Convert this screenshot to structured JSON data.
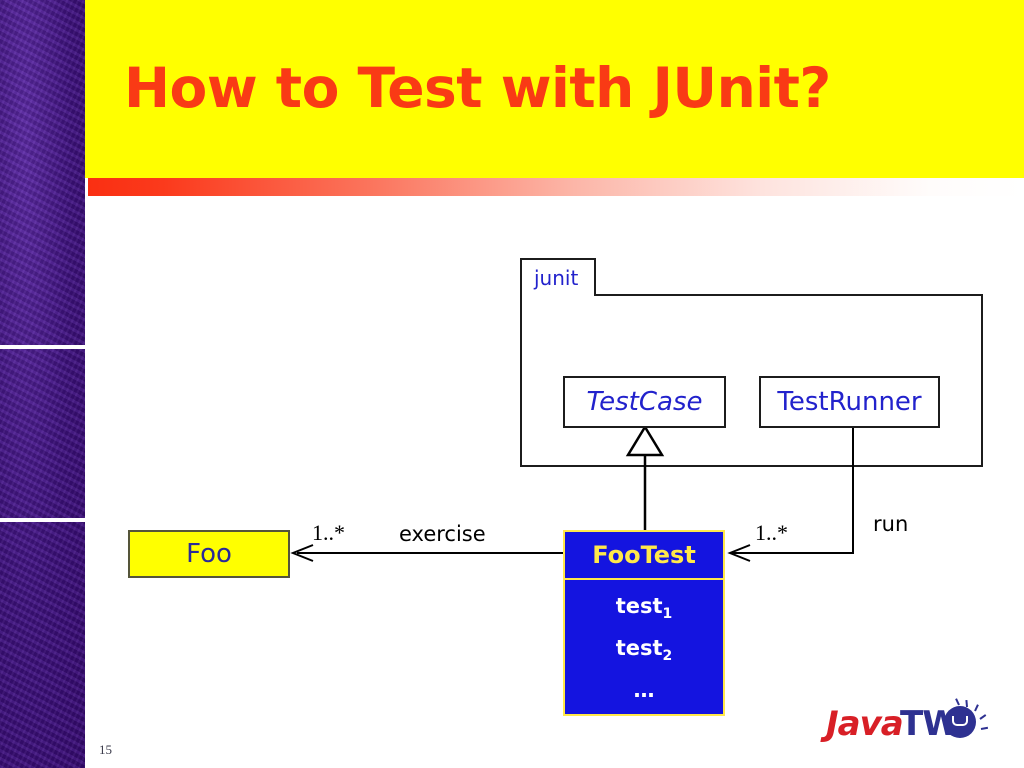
{
  "slide": {
    "title": "How to Test with JUnit?",
    "number": "15",
    "title_color": "#f93a15",
    "banner_color": "#ffff00"
  },
  "diagram": {
    "type": "uml-class-diagram",
    "package": {
      "name": "junit",
      "label_color": "#2222cc",
      "classes": [
        {
          "name": "TestCase",
          "abstract": true,
          "fill": "#ffffff",
          "text_color": "#2222cc"
        },
        {
          "name": "TestRunner",
          "abstract": false,
          "fill": "#ffffff",
          "text_color": "#2222cc"
        }
      ]
    },
    "classes": [
      {
        "name": "Foo",
        "fill": "#ffff00",
        "border": "#55553a",
        "text_color": "#2a2a99",
        "members": []
      },
      {
        "name": "FooTest",
        "fill": "#1414e0",
        "border": "#ffe84a",
        "title_color": "#ffe84a",
        "member_color": "#ffffff",
        "members": [
          {
            "base": "test",
            "sub": "1"
          },
          {
            "base": "test",
            "sub": "2"
          },
          {
            "base": "…",
            "sub": ""
          }
        ]
      }
    ],
    "relationships": [
      {
        "kind": "generalization",
        "from": "FooTest",
        "to": "TestCase",
        "label": "",
        "multiplicity": ""
      },
      {
        "kind": "association",
        "from": "FooTest",
        "to": "Foo",
        "label": "exercise",
        "multiplicity": "1..*"
      },
      {
        "kind": "association",
        "from": "TestRunner",
        "to": "FooTest",
        "label": "run",
        "multiplicity": "1..*"
      }
    ]
  },
  "logo": {
    "java_text": "Java",
    "two_text": "TW",
    "java_color": "#d81f26",
    "two_color": "#2e3191"
  }
}
